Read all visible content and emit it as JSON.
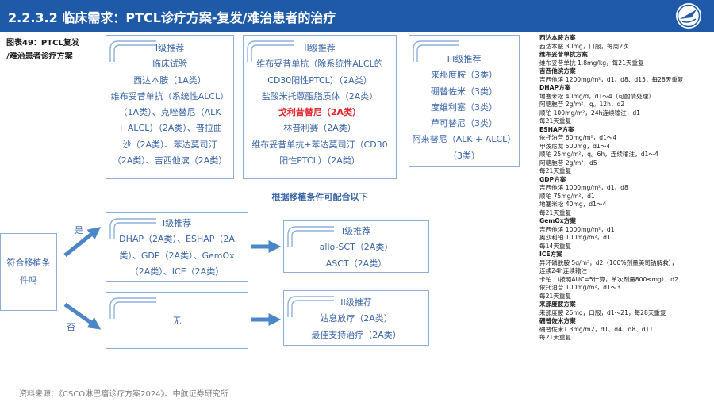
{
  "header": {
    "title": "2.2.3.2 临床需求：PTCL诊疗方案-复发/难治患者的治疗",
    "color": "#1f5aa8"
  },
  "caption": {
    "line1": "图表49：PTCL复发",
    "line2": "/难治患者诊疗方案"
  },
  "tier1": {
    "lines": [
      "I级推荐",
      "临床试验",
      "西达本胺（1A类）",
      "维布妥昔单抗（系统性ALCL）",
      "（1A类）、克唑替尼（ALK",
      "+ ALCL）（2A类）、普拉曲",
      "沙（2A类）、苯达莫司汀",
      "（2A类）、吉西他滨（2A类）"
    ]
  },
  "tier2": {
    "lines": [
      "II级推荐",
      "维布妥昔单抗（除系统性ALCL的",
      "CD30阳性PTCL）（2A类）",
      "盐酸米托蒽醌脂质体（2A类）",
      "戈利昔替尼（2A类）",
      "林普利赛（2A类）",
      "维布妥昔单抗+苯达莫司汀（CD30",
      "阳性PTCL）（2A类）"
    ],
    "highlight_index": 4,
    "highlight_color": "#e0242a"
  },
  "tier3": {
    "lines": [
      "III级推荐",
      "来那度胺（3类）",
      "硼替佐米（3类）",
      "度维利塞（3类）",
      "芦可替尼（3类）",
      "阿来替尼（ALK + ALCL）",
      "（3类）"
    ]
  },
  "note": "根据移植条件可配合以下",
  "eligibility": {
    "lines": [
      "符合移植条",
      "件吗"
    ]
  },
  "branch": {
    "yes_label": "是",
    "no_label": "否"
  },
  "box_yes": {
    "lines": [
      "I级推荐",
      "DHAP（2A类）、ESHAP（2A",
      "类）、GDP（2A类）、GemOx",
      "（2A类）、ICE（2A类）"
    ]
  },
  "box_no": {
    "lines": [
      "无"
    ]
  },
  "box_asct": {
    "lines": [
      "I级推荐",
      "allo-SCT（2A类）",
      "ASCT（2A类）"
    ]
  },
  "box_support": {
    "lines": [
      "II级推荐",
      "姑息放疗（2A类）",
      "最佳支持治疗（2A类）"
    ]
  },
  "regimens": [
    {
      "name": "西达本胺方案",
      "lines": [
        "西达本胺 30mg，口服，每周2次"
      ]
    },
    {
      "name": "维布妥昔单抗方案",
      "lines": [
        "维布妥昔单抗 1.8mg/kg，每21天重复"
      ]
    },
    {
      "name": "吉西他滨方案",
      "lines": [
        "吉西他滨 1200mg/m²，d1、d8、d15，每28天重复"
      ]
    },
    {
      "name": "DHAP方案",
      "lines": [
        "地塞米松 40mg/d，d1～4（可酌情处理）",
        "阿糖胞苷 2g/m²，q。12h，d2",
        "顺铂 100mg/m²，24h连续输注，d1",
        "每21天重复"
      ]
    },
    {
      "name": "ESHAP方案",
      "lines": [
        "依托泊苷 60mg/m²，d1～4",
        "甲泼尼龙 500mg，d1～4",
        "顺铂 25mg/m²，q。6h，连续输注，d1～4",
        "阿糖胞苷 2g/m²，d5",
        "每21天重复"
      ]
    },
    {
      "name": "GDP方案",
      "lines": [
        "吉西他滨 1000mg/m²，d1、d8",
        "顺铂 75mg/m²，d1",
        "地塞米松 40mg，d1～4",
        "每21天重复"
      ]
    },
    {
      "name": "GemOx方案",
      "lines": [
        "吉西他滨 1000mg/m²，d1",
        "奥沙利铂 100mg/m²，d1",
        "每14天重复"
      ]
    },
    {
      "name": "ICE方案",
      "lines": [
        "异环磷酰胺 5g/m²，d2（100%剂量美司钠解救），",
        "连续24h连续输注",
        "卡铂 （按照AUC=5计算，单次剂量800≤mg），d2",
        "依托泊苷 100mg/m²，d1～3",
        "每21天重复"
      ]
    },
    {
      "name": "来那度胺方案",
      "lines": [
        "来那度胺 25mg，口服，d1～21，每28天重复"
      ]
    },
    {
      "name": "硼替佐米方案",
      "lines": [
        "硼替佐米1.3mg/m2，d1、d4、d8、d11",
        "每21天重复"
      ]
    }
  ],
  "source": "资料来源：《CSCO淋巴瘤诊疗方案2024》、中航证券研究所",
  "colors": {
    "text_blue": "#3a64a8",
    "box_border": "#8eb0d8",
    "arrow_blue": "#4a86c8"
  }
}
